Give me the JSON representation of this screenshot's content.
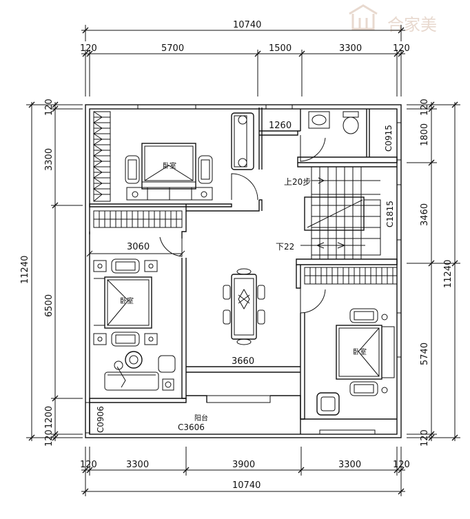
{
  "watermark": {
    "text": "合家美"
  },
  "dimensions": {
    "top_total": "10740",
    "top_seg_1": "120",
    "top_seg_2": "5700",
    "top_seg_3": "1500",
    "top_seg_4": "3300",
    "top_seg_5": "120",
    "bottom_total": "10740",
    "bottom_seg_1": "120",
    "bottom_seg_2": "3300",
    "bottom_seg_3": "3900",
    "bottom_seg_4": "3300",
    "bottom_seg_5": "120",
    "left_total": "11240",
    "left_seg_1": "120",
    "left_seg_2": "3300",
    "left_seg_3": "6500",
    "left_seg_4": "1200",
    "left_seg_5": "120",
    "right_total": "11240",
    "right_seg_1": "120",
    "right_seg_2": "1800",
    "right_seg_3": "3460",
    "right_seg_4": "5740",
    "right_seg_5": "120",
    "inner_1260": "1260",
    "inner_3060": "3060",
    "inner_3660": "3660"
  },
  "rooms": {
    "bedroom_top_left": "卧室",
    "bedroom_mid_left": "卧室",
    "bedroom_right": "卧室",
    "balcony": "阳台"
  },
  "codes": {
    "window_c0915": "C0915",
    "window_c1815": "C1815",
    "window_c0906": "C0906",
    "window_c3606": "C3606"
  },
  "stairs": {
    "up": "上20步",
    "down": "下22"
  }
}
